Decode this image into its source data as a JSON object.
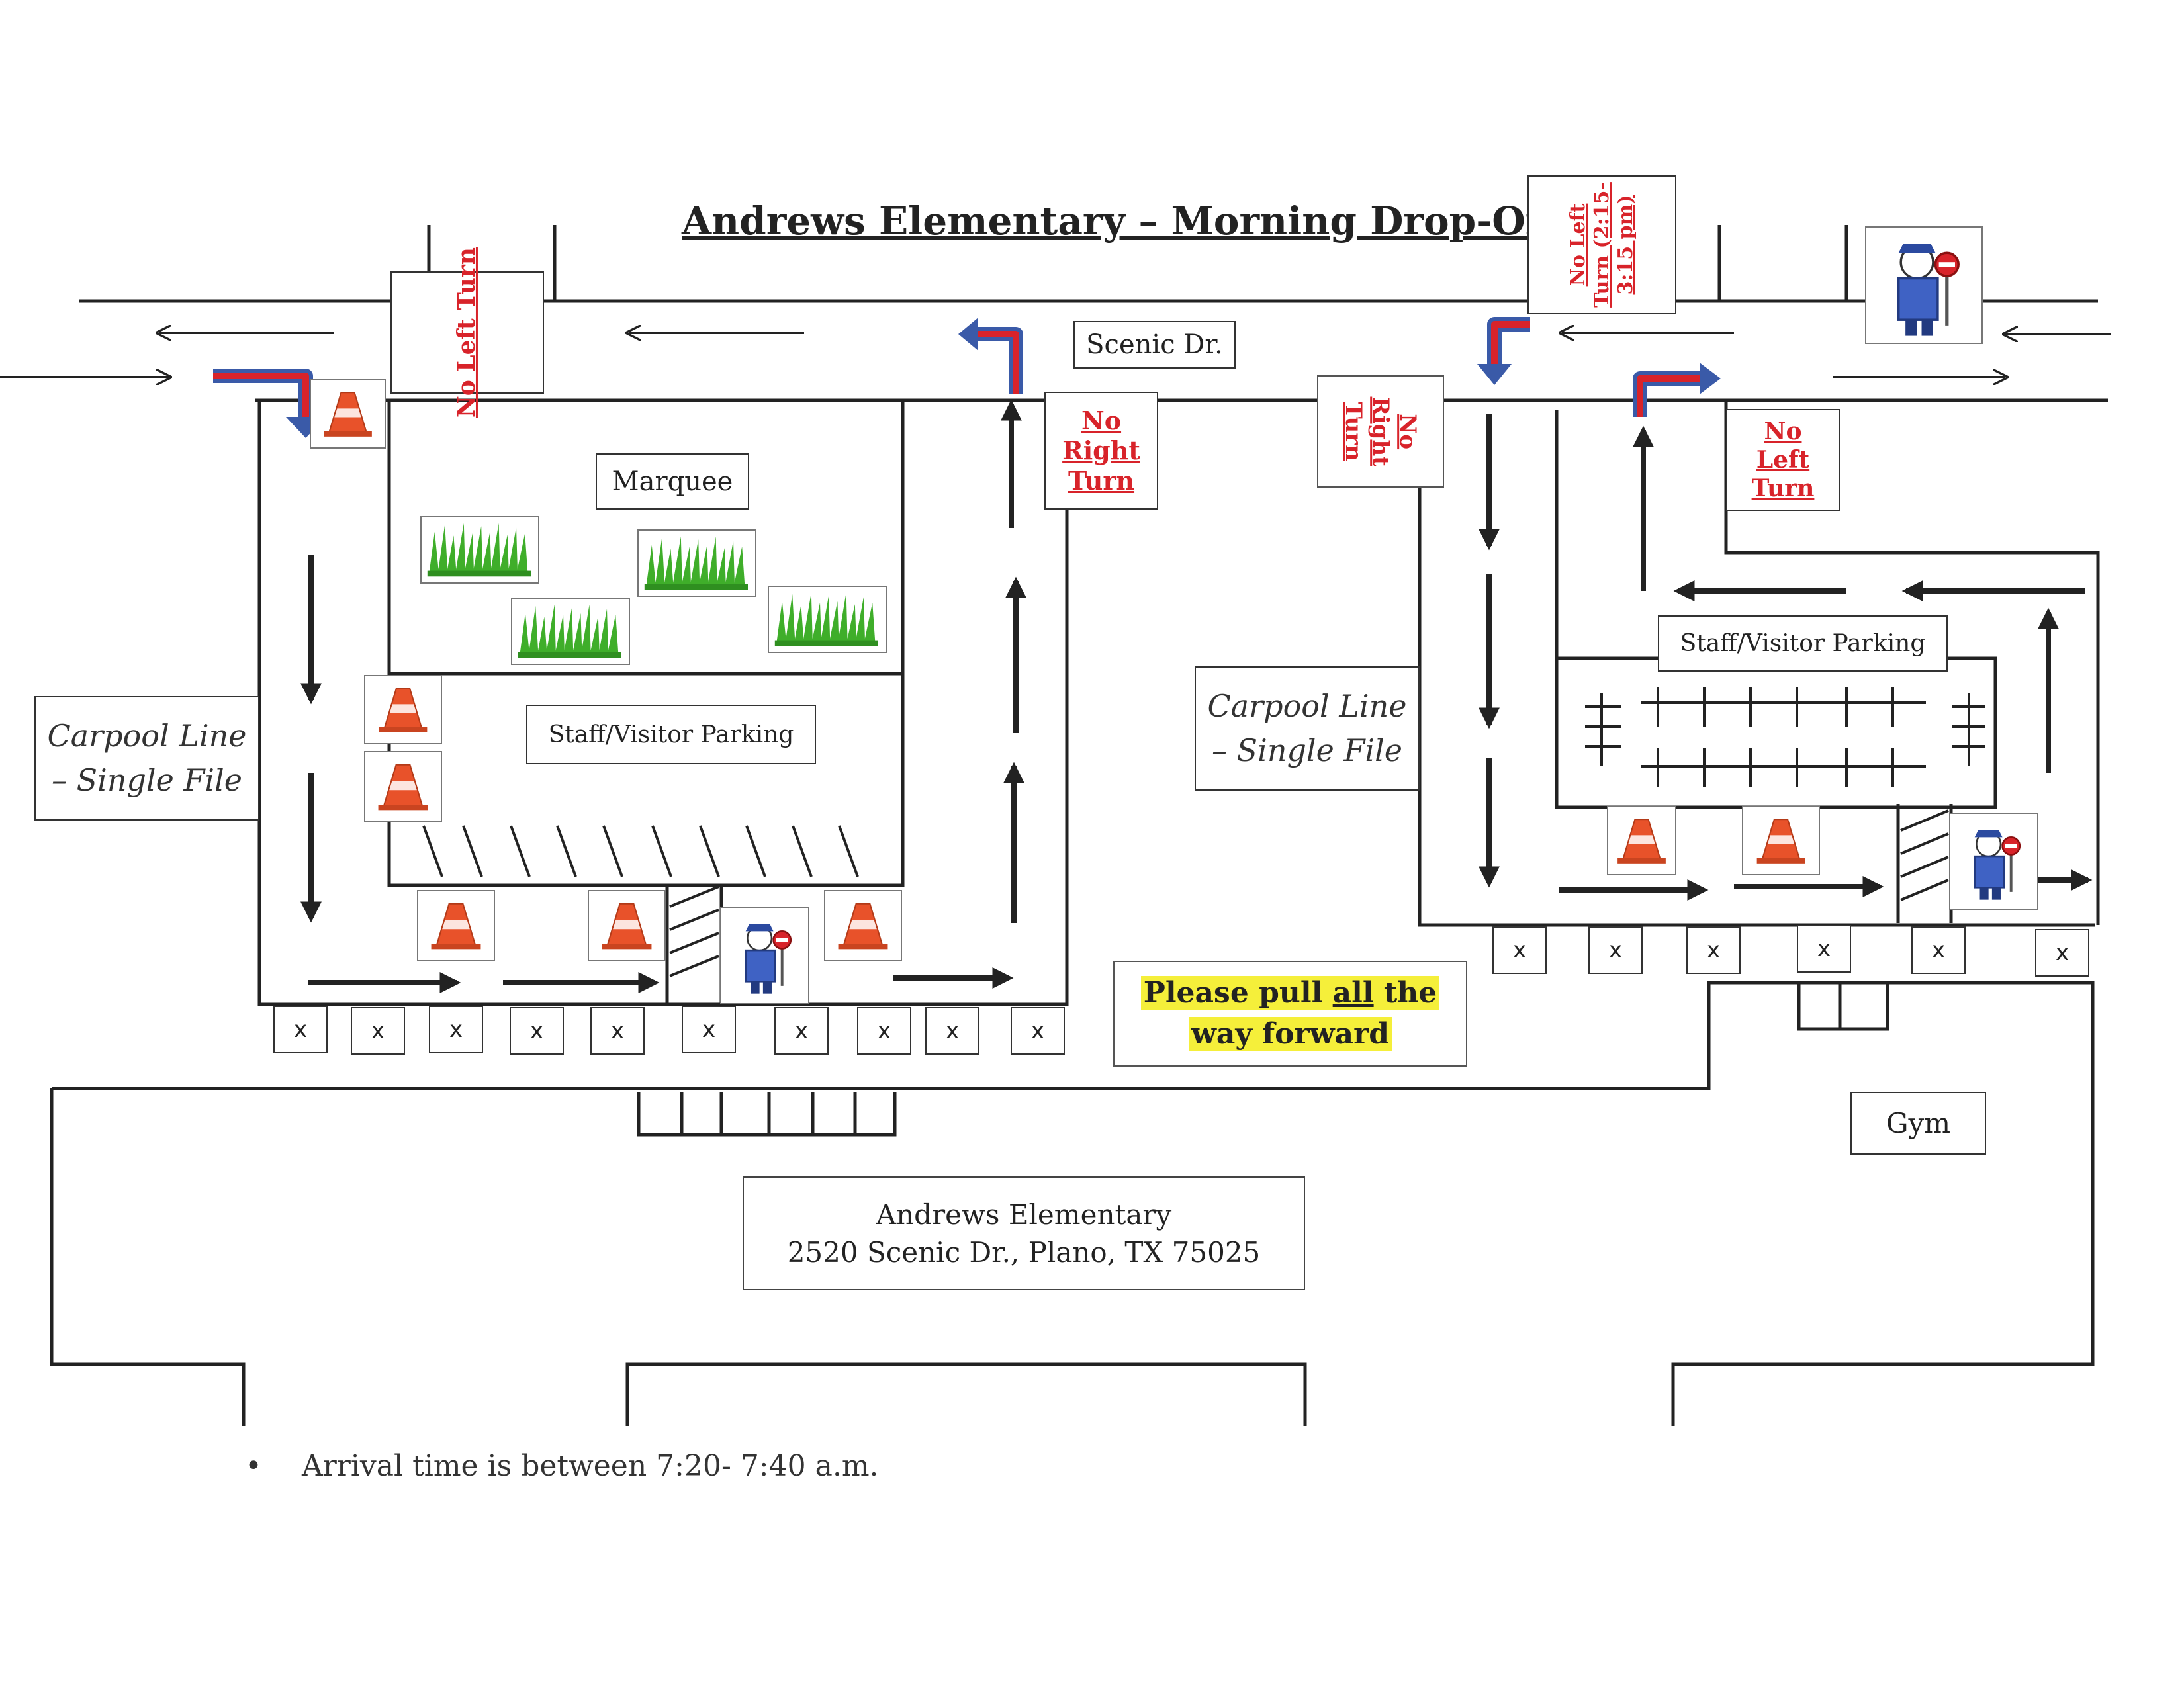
{
  "title": "Andrews Elementary – Morning Drop-Off",
  "streets": {
    "main": "Scenic Dr."
  },
  "signs": {
    "no_left_turn_1": "No Left Turn",
    "no_left_turn_timed": "No Left Turn (2:15-3:15 pm)",
    "no_right_turn_1": [
      "No",
      "Right",
      "Turn"
    ],
    "no_right_turn_2": "No Right Turn",
    "no_left_turn_2": [
      "No",
      "Left",
      "Turn"
    ]
  },
  "areas": {
    "marquee": "Marquee",
    "staff_parking_left": "Staff/Visitor Parking",
    "staff_parking_right": "Staff/Visitor Parking",
    "gym": "Gym",
    "carpool_left": [
      "Carpool Line",
      "– Single File"
    ],
    "carpool_right": [
      "Carpool Line",
      "– Single File"
    ]
  },
  "drop_marker": "x",
  "pull_forward": {
    "before": "Please pull ",
    "emphasis": "all",
    "after": " the",
    "line2": "way forward"
  },
  "school": {
    "name": "Andrews Elementary",
    "address": "2520 Scenic Dr., Plano, TX 75025"
  },
  "notes": [
    "Arrival time is between 7:20- 7:40 a.m."
  ],
  "icons": {
    "cone": "traffic-cone-icon",
    "grass": "grass-patch-icon",
    "crossing_guard": "crossing-guard-icon"
  },
  "colors": {
    "sign_red": "#d8232a",
    "turn_arrow_blue": "#3a5aa8",
    "highlight": "#f5ef3a",
    "grass": "#3fae2a",
    "cone": "#e8522a"
  }
}
